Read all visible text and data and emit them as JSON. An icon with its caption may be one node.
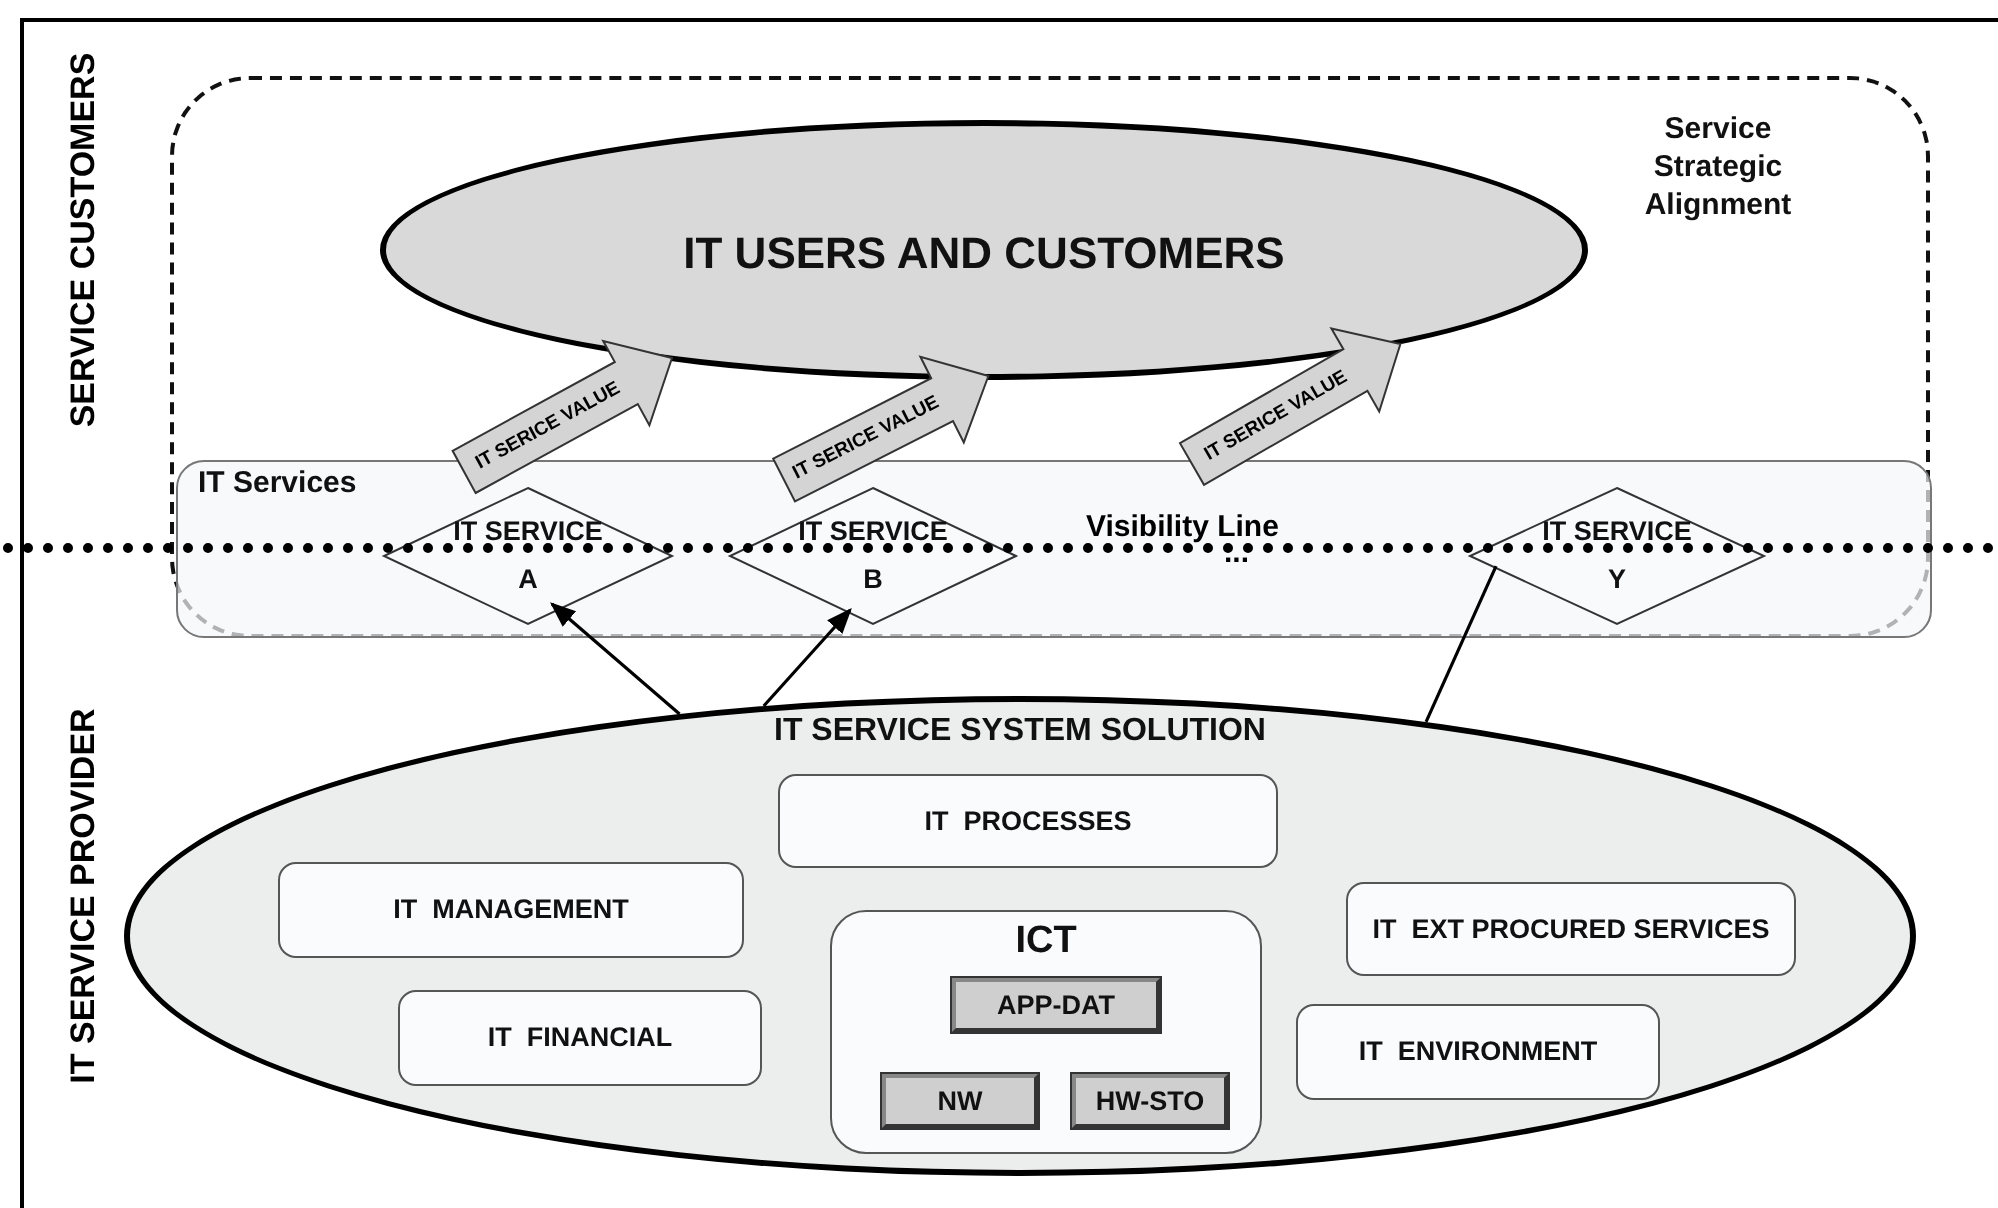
{
  "diagram": {
    "nodes": [
      {
        "text": [
          "Service Strategic Alignment"
        ]
      },
      {
        "text": [
          "IT USERS AND CUSTOMERS"
        ],
        "in": 0
      },
      {
        "text": [
          "IT Services"
        ],
        "in": 0
      },
      {
        "text": [
          "IT SERVICE  A"
        ],
        "in": 2
      },
      {
        "text": [
          "IT SERVICE B"
        ],
        "in": 2
      },
      {
        "text": [
          "IT SERVICE Y"
        ],
        "in": 2
      },
      {
        "text": [
          "IT SERVICE SYSTEM SOLUTION"
        ]
      },
      {
        "text": [
          "IT  PROCESSES"
        ],
        "in": 6
      },
      {
        "text": [
          "IT  MANAGEMENT"
        ],
        "in": 6
      },
      {
        "text": [
          "IT  EXT PROCURED SERVICES"
        ],
        "in": 6
      },
      {
        "text": [
          "ICT"
        ],
        "in": 6
      },
      {
        "text": [
          "APP-DAT"
        ],
        "in": 10
      },
      {
        "text": [
          "NW"
        ],
        "in": 10
      },
      {
        "text": [
          "HW-STO"
        ],
        "in": 10
      },
      {
        "text": [
          "IT  FINANCIAL"
        ],
        "in": 6
      },
      {
        "text": [
          "IT  ENVIRONMENT"
        ],
        "in": 6
      }
    ],
    "edges": [
      {
        "from": 3,
        "to": 1,
        "arrow": "to",
        "label": "IT SERICE VALUE",
        "style": "thick"
      },
      {
        "from": 4,
        "to": 1,
        "arrow": "to",
        "label": "IT SERICE VALUE",
        "style": "thick"
      },
      {
        "from": 5,
        "to": 1,
        "arrow": "to",
        "label": "IT SERICE VALUE",
        "style": "thick"
      },
      {
        "from": 6,
        "to": 3,
        "arrow": "to"
      },
      {
        "from": 6,
        "to": 4,
        "arrow": "to"
      },
      {
        "from": 6,
        "to": 5,
        "arrow": "none"
      }
    ],
    "labels": [
      "SERVICE CUSTOMERS",
      "IT SERVICE PROVIDER",
      "Visibility Line",
      "..."
    ]
  }
}
